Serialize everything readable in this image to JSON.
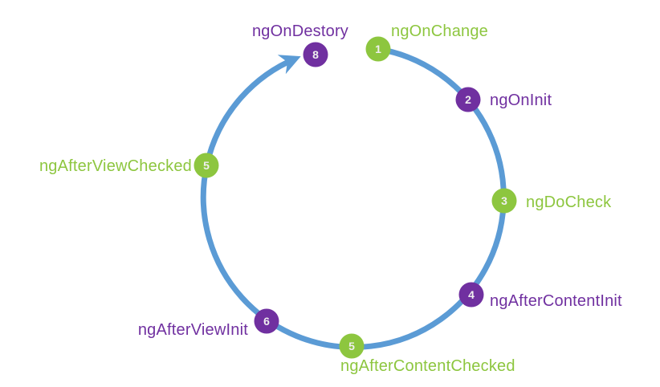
{
  "diagram": {
    "name": "angular-lifecycle-hooks-cycle",
    "colors": {
      "arc": "#5B9BD5",
      "green": "#8DC63F",
      "purple": "#7030A0",
      "number_text": "#EFEFEF",
      "background": "#FFFFFF"
    },
    "nodes": [
      {
        "number": "1",
        "label": "ngOnChange",
        "color": "#8DC63F"
      },
      {
        "number": "2",
        "label": "ngOnInit",
        "color": "#7030A0"
      },
      {
        "number": "3",
        "label": "ngDoCheck",
        "color": "#8DC63F"
      },
      {
        "number": "4",
        "label": "ngAfterContentInit",
        "color": "#7030A0"
      },
      {
        "number": "5",
        "label": "ngAfterContentChecked",
        "color": "#8DC63F"
      },
      {
        "number": "6",
        "label": "ngAfterViewInit",
        "color": "#7030A0"
      },
      {
        "number": "5",
        "label": "ngAfterViewChecked",
        "color": "#8DC63F"
      },
      {
        "number": "8",
        "label": "ngOnDestory",
        "color": "#7030A0"
      }
    ]
  }
}
